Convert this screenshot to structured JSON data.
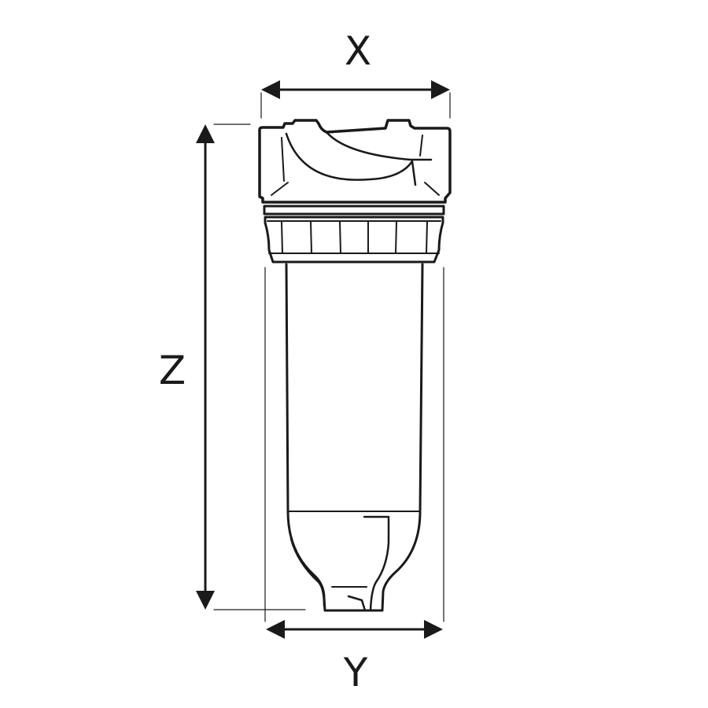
{
  "dimensions": {
    "width_top": "X",
    "width_bottom": "Y",
    "height": "Z"
  },
  "colors": {
    "line": "#1a1a1a",
    "background": "#ffffff"
  }
}
